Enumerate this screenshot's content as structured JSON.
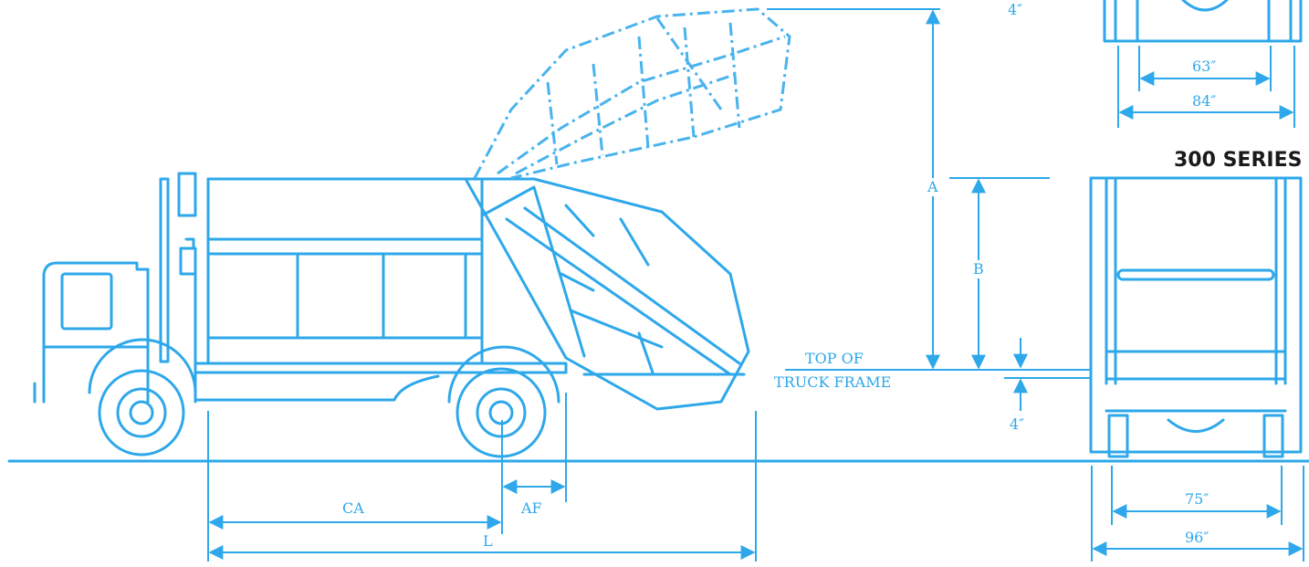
{
  "labels": {
    "A": "A",
    "B": "B",
    "CA": "CA",
    "AF": "AF",
    "L": "L",
    "top_of": "TOP OF",
    "truck_frame": "TRUCK FRAME",
    "frame_gap_bottom": "4″",
    "frame_gap_top": "4″",
    "rear_top_inner": "63″",
    "rear_top_outer": "84″",
    "rear_inner": "75″",
    "rear_outer": "96″",
    "series": "300 SERIES"
  },
  "colors": {
    "line": "#2ea8ea",
    "series_text": "#1a1a1a"
  }
}
